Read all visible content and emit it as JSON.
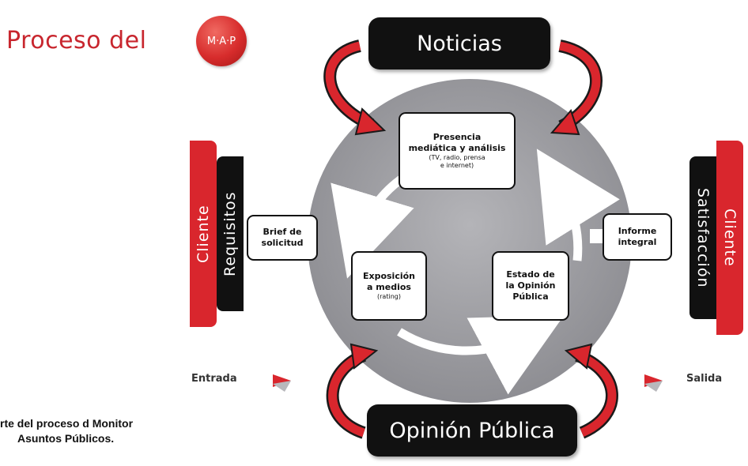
{
  "title": {
    "text": "Proceso del",
    "logo": "M·A·P"
  },
  "top_pill": "Noticias",
  "bottom_pill": "Opinión Pública",
  "boxes": {
    "presencia": {
      "line1": "Presencia",
      "line2": "mediática y análisis",
      "line3": "(TV, radio, prensa",
      "line4": "e internet)"
    },
    "exposicion": {
      "line1": "Exposición",
      "line2": "a medios",
      "line3": "(rating)"
    },
    "estado": {
      "line1": "Estado de",
      "line2": "la Opinión",
      "line3": "Pública"
    },
    "brief": {
      "line1": "Brief de",
      "line2": "solicitud"
    },
    "informe": {
      "line1": "Informe",
      "line2": "integral"
    }
  },
  "left_panel": {
    "outer": "Cliente",
    "inner": "Requisitos"
  },
  "right_panel": {
    "outer": "Cliente",
    "inner": "Satisfacción"
  },
  "labels": {
    "entrada": "Entrada",
    "salida": "Salida"
  },
  "caption": {
    "line1": "rte del proceso d Monitor",
    "line2": "Asuntos Públicos."
  },
  "colors": {
    "red": "#d9262d",
    "black": "#111111",
    "gray_circle": "#9a9a9e",
    "light_gray": "#c8c8cc"
  }
}
